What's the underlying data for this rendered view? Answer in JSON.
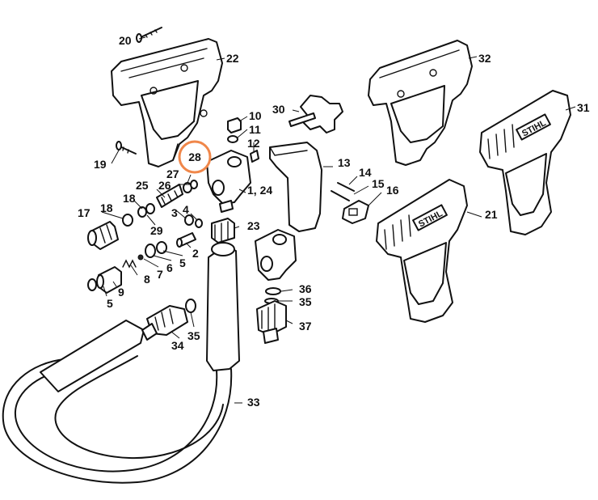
{
  "highlight": {
    "label": "28",
    "color": "#f0874a"
  },
  "labels": {
    "p1_24": "1, 24",
    "p2": "2",
    "p3": "3",
    "p4": "4",
    "p5a": "5",
    "p5b": "5",
    "p6": "6",
    "p7": "7",
    "p8": "8",
    "p9": "9",
    "p10": "10",
    "p11": "11",
    "p12": "12",
    "p13": "13",
    "p14": "14",
    "p15": "15",
    "p16": "16",
    "p17": "17",
    "p18a": "18",
    "p18b": "18",
    "p19": "19",
    "p20": "20",
    "p21": "21",
    "p22": "22",
    "p23": "23",
    "p25": "25",
    "p26": "26",
    "p27": "27",
    "p29": "29",
    "p30": "30",
    "p31": "31",
    "p32": "32",
    "p33": "33",
    "p34": "34",
    "p35a": "35",
    "p35b": "35",
    "p36": "36",
    "p37": "37"
  },
  "brand_marks": [
    "STIHL",
    "STIHL"
  ]
}
